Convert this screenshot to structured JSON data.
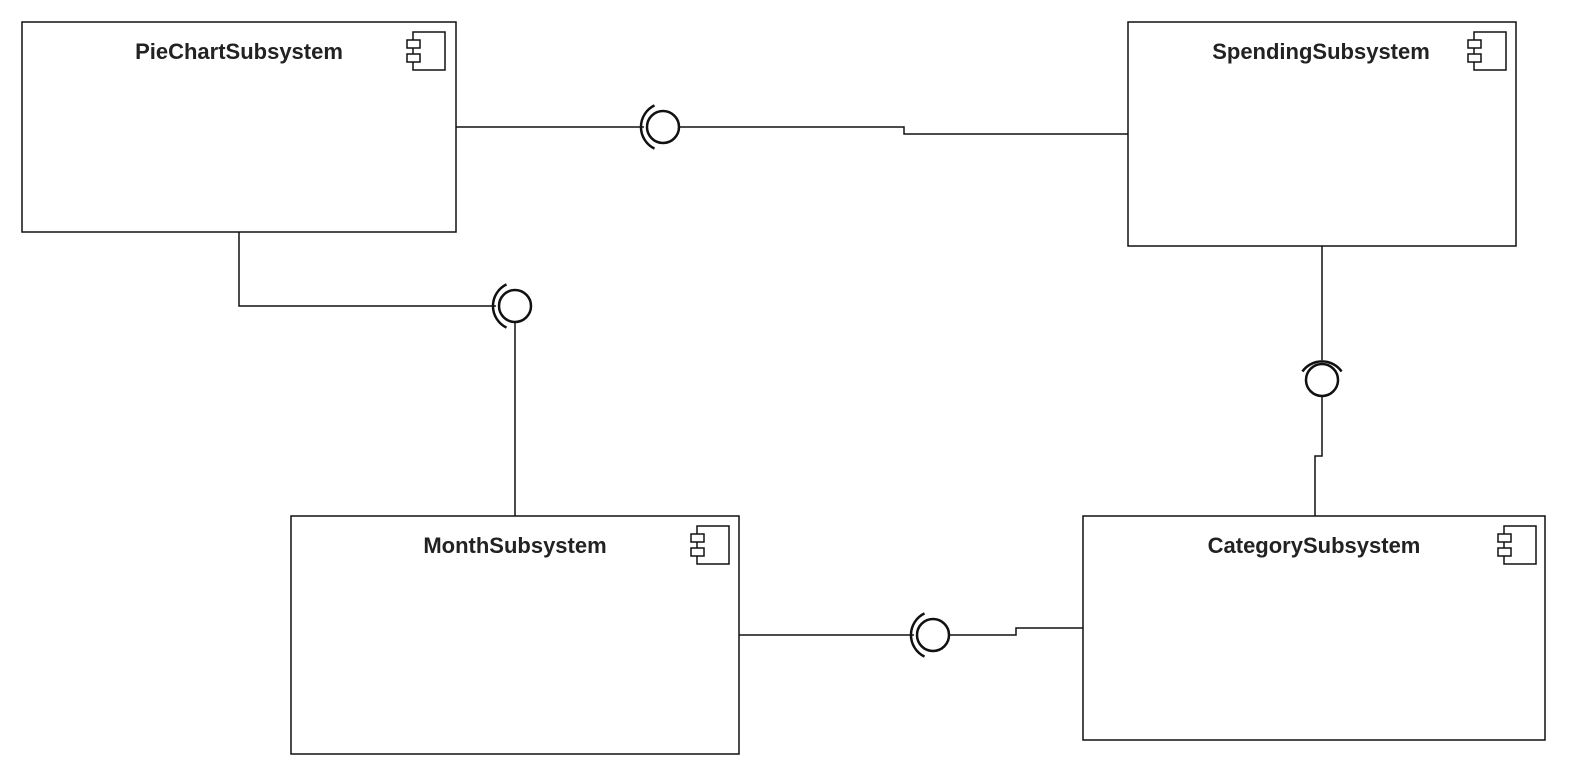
{
  "diagram": {
    "type": "UML component diagram",
    "components": [
      {
        "id": "piechart",
        "name": "PieChartSubsystem"
      },
      {
        "id": "spending",
        "name": "SpendingSubsystem"
      },
      {
        "id": "month",
        "name": "MonthSubsystem"
      },
      {
        "id": "category",
        "name": "CategorySubsystem"
      }
    ],
    "connections": [
      {
        "provider": "SpendingSubsystem",
        "consumer": "PieChartSubsystem"
      },
      {
        "provider": "MonthSubsystem",
        "consumer": "PieChartSubsystem"
      },
      {
        "provider": "CategorySubsystem",
        "consumer": "SpendingSubsystem"
      },
      {
        "provider": "CategorySubsystem",
        "consumer": "MonthSubsystem"
      }
    ],
    "colors": {
      "line": "#111111",
      "text": "#222222",
      "background": "#ffffff"
    }
  }
}
